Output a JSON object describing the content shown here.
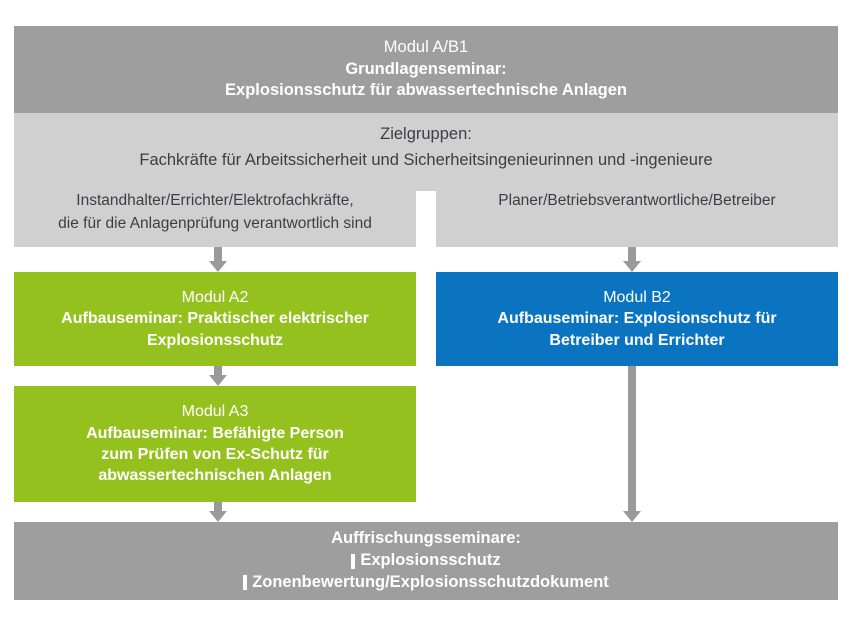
{
  "diagram": {
    "header": {
      "module_label": "Modul A/B1",
      "seminar_type": "Grundlagenseminar:",
      "seminar_title": "Explosionsschutz für abwassertechnische Anlagen"
    },
    "audience": {
      "heading": "Zielgruppen:",
      "subheading": "Fachkräfte für Arbeitssicherheit und Sicherheitsingenieurinnen und -ingenieure",
      "left_column_line1": "Instandhalter/Errichter/Elektrofachkräfte,",
      "left_column_line2": "die für die Anlagenprüfung verantwortlich sind",
      "right_column_line1": "Planer/Betriebsverantwortliche/Betreiber"
    },
    "modules": {
      "a2": {
        "module_label": "Modul A2",
        "body_line1": "Aufbauseminar: Praktischer elektrischer",
        "body_line2": "Explosionsschutz"
      },
      "b2": {
        "module_label": "Modul B2",
        "body_line1": "Aufbauseminar: Explosionschutz für",
        "body_line2": "Betreiber und Errichter"
      },
      "a3": {
        "module_label": "Modul A3",
        "body_line1": "Aufbauseminar: Befähigte Person",
        "body_line2": "zum Prüfen von Ex-Schutz für",
        "body_line3": "abwassertechnischen Anlagen"
      }
    },
    "refresher": {
      "title": "Auffrischungsseminare:",
      "item1": "Explosionsschutz",
      "item2": "Zonenbewertung/Explosionsschutzdokument"
    },
    "colors": {
      "gray_dark": "#9e9e9e",
      "gray_light": "#d0d0d0",
      "green": "#95c11e",
      "blue": "#0b74c0",
      "arrow_gray": "#9a9a9a",
      "text_on_color": "#ffffff",
      "text_dark": "#3d3d46"
    }
  }
}
